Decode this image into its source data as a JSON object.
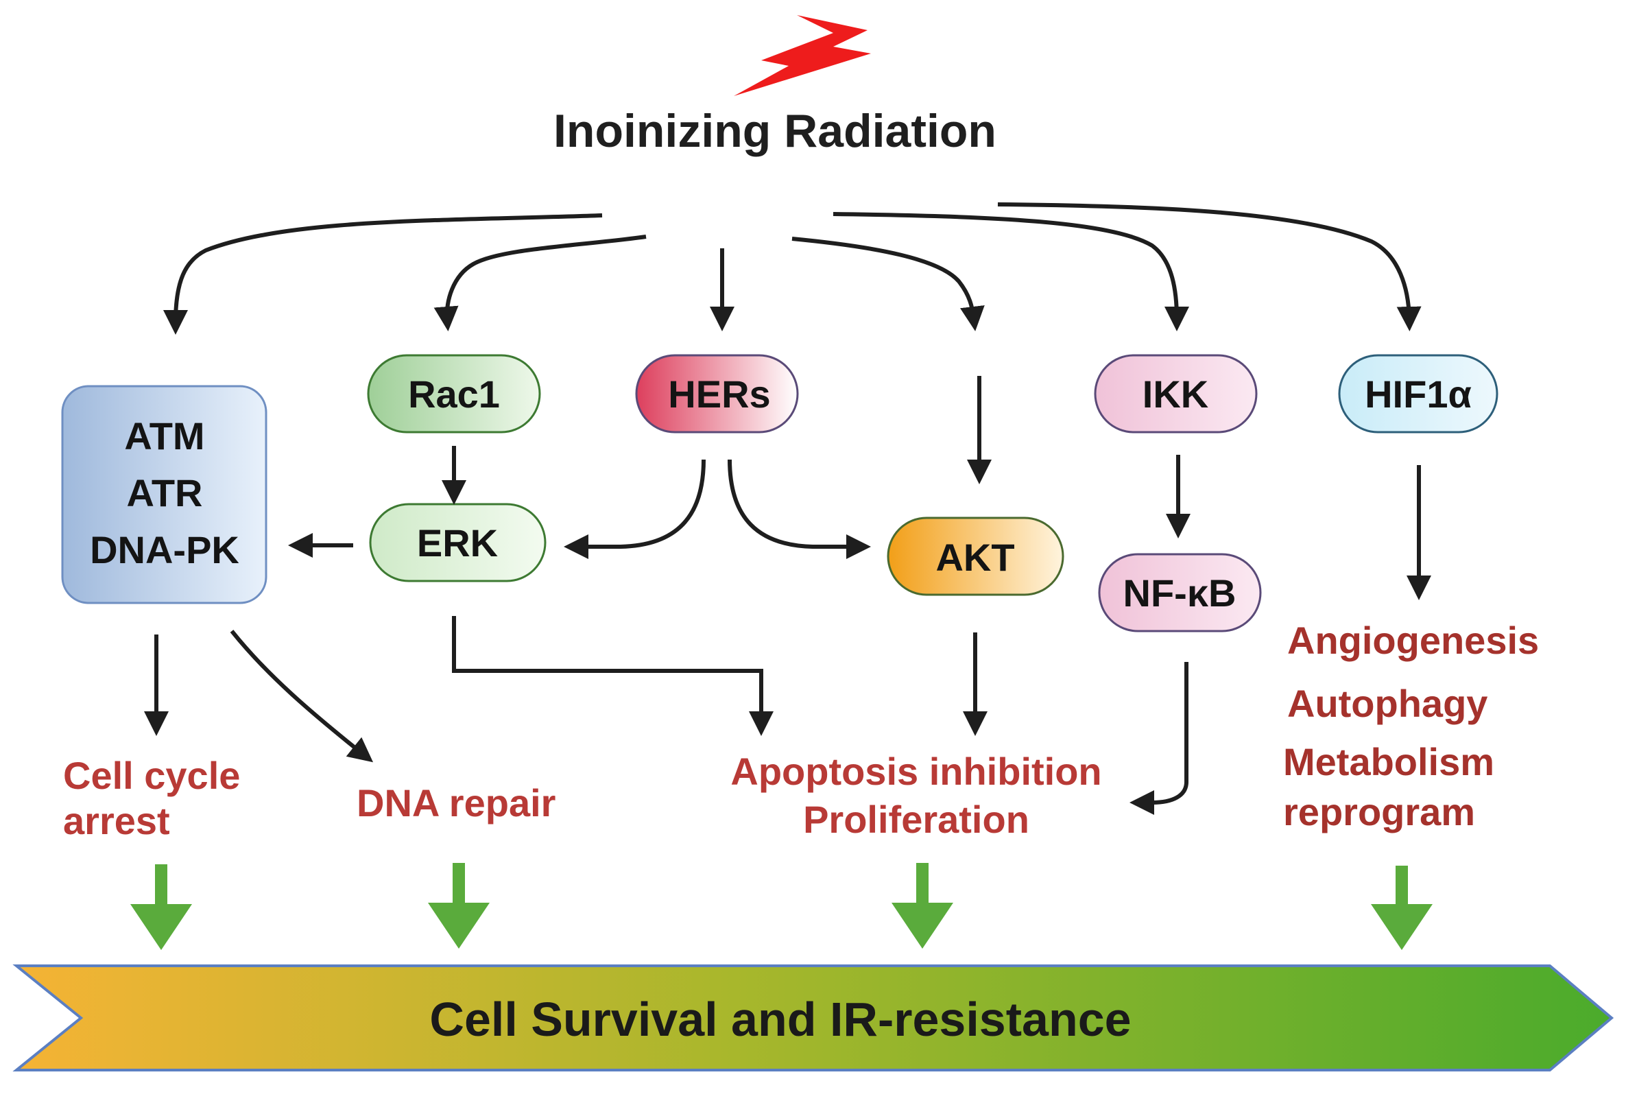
{
  "title": "Inoinizing Radiation",
  "nodes": {
    "atm_box": [
      "ATM",
      "ATR",
      "DNA-PK"
    ],
    "rac1": "Rac1",
    "hers": "HERs",
    "erk": "ERK",
    "akt": "AKT",
    "ikk": "IKK",
    "nfkb": "NF-κB",
    "hif1a": "HIF1α"
  },
  "outcomes": {
    "cell_cycle": [
      "Cell cycle",
      "arrest"
    ],
    "dna_repair": "DNA repair",
    "apoptosis": [
      "Apoptosis inhibition",
      "Proliferation"
    ],
    "hif_effects": [
      "Angiogenesis",
      "Autophagy",
      "Metabolism",
      "reprogram"
    ]
  },
  "banner": "Cell Survival and IR-resistance",
  "colors": {
    "bolt": "#ee1c1c",
    "outcome_red": "#b83a36",
    "green_arrow": "#5aab3c",
    "banner_start": "#f5b335",
    "banner_end": "#4bab2c"
  }
}
